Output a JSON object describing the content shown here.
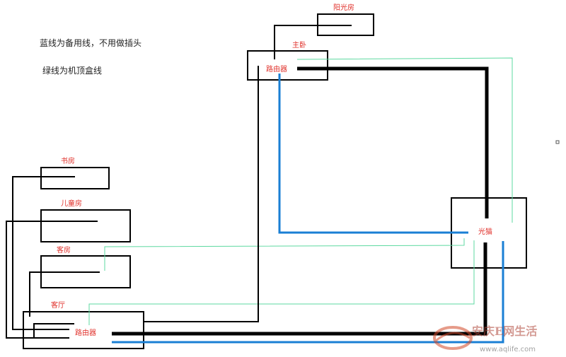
{
  "notes": {
    "blue_line": "蓝线为备用线，不用做插头",
    "green_line": "绿线为机顶盒线"
  },
  "rooms": {
    "sunroom": "阳光房",
    "master_bedroom": "主卧",
    "study": "书房",
    "kids_room": "儿童房",
    "guest_room": "客房",
    "living_room": "客厅"
  },
  "devices": {
    "router_master": "路由器",
    "router_living": "路由器",
    "modem": "光猫"
  },
  "watermark": {
    "title": "安庆E网生活",
    "url": "www.aqlife.com"
  },
  "colors": {
    "black_line": "#000000",
    "blue_line": "#1a7fd4",
    "green_line": "#5dd9a0",
    "label_red": "#e0302a"
  }
}
